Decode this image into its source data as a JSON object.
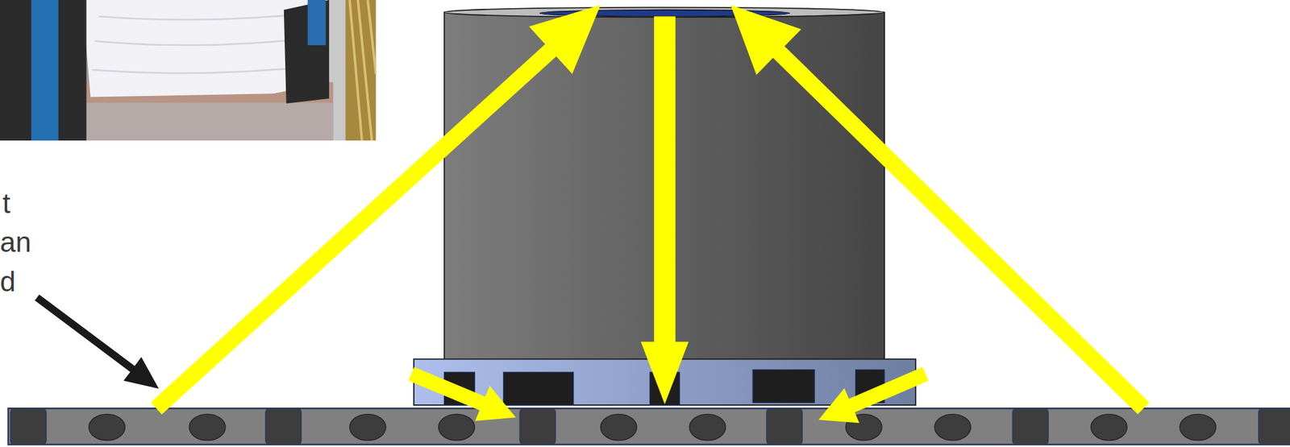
{
  "diagram": {
    "labels": [
      "t",
      "an",
      "d"
    ]
  }
}
